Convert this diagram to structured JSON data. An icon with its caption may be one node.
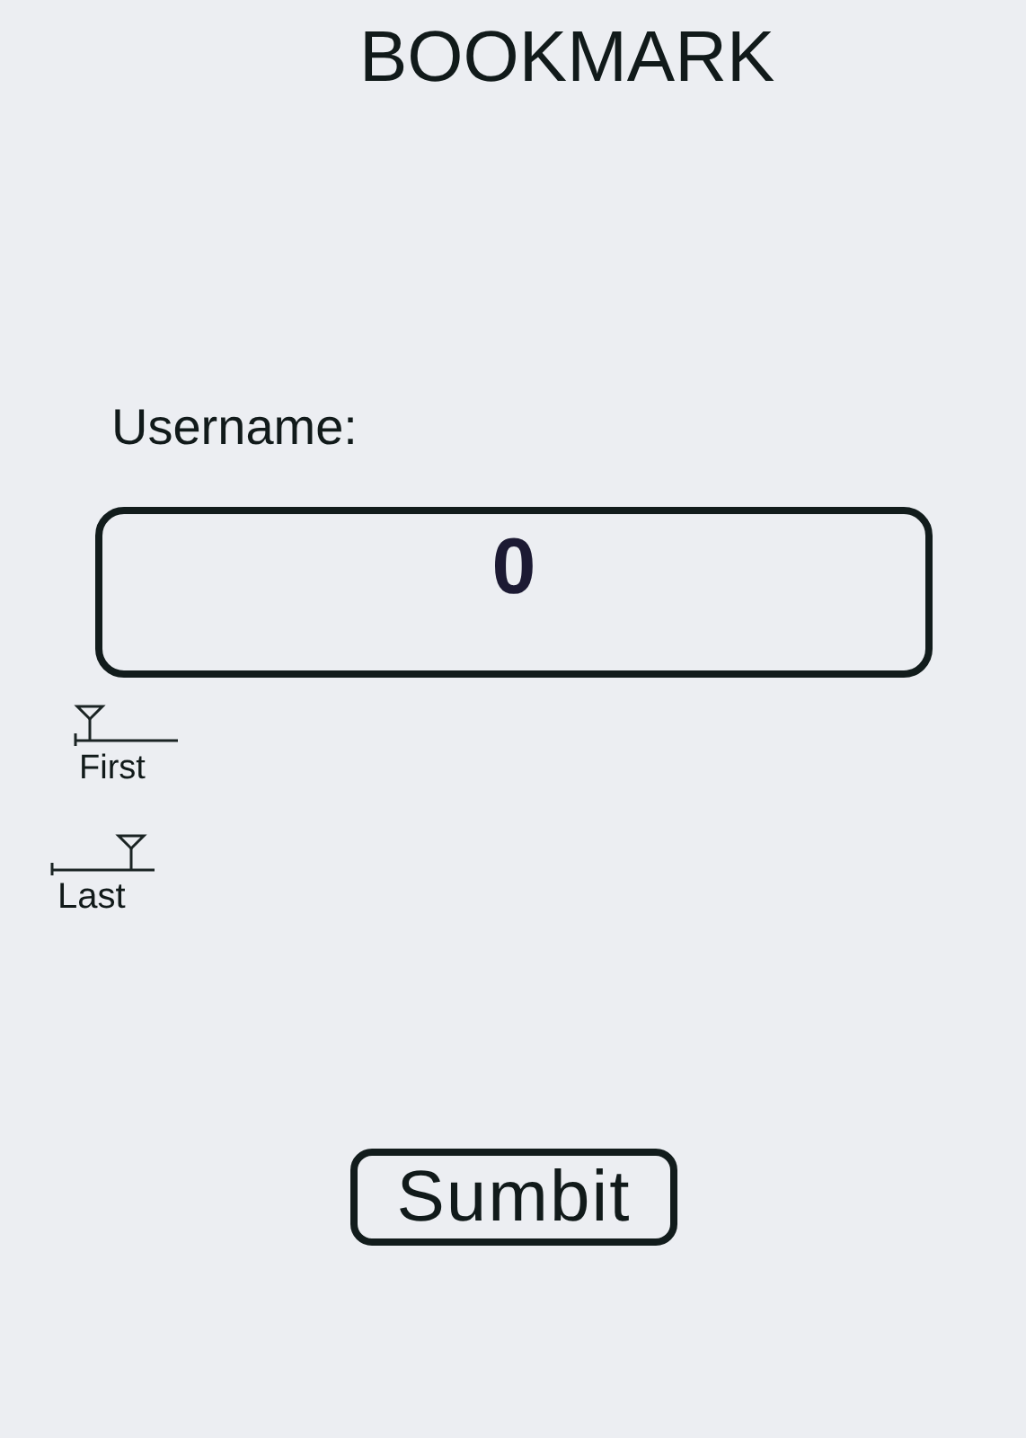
{
  "diagram": {
    "title": "BOOKMARK",
    "nodes": [
      {
        "text": [
          "0"
        ]
      },
      {
        "text": [
          "Sumbit"
        ]
      }
    ],
    "labels": [
      "Username:",
      "First",
      "Last"
    ]
  }
}
